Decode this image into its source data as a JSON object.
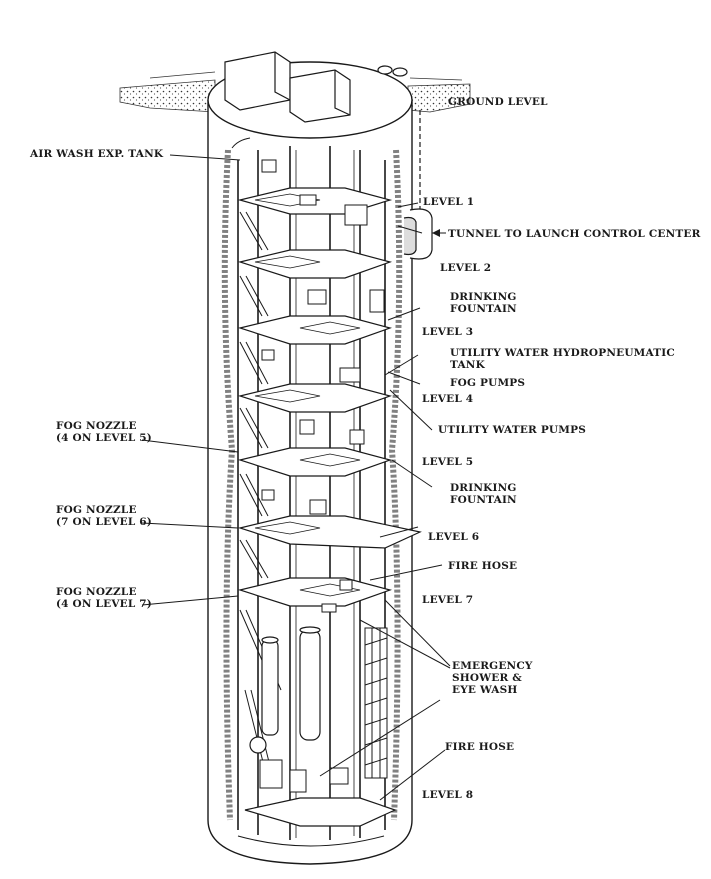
{
  "labels": {
    "ground_level": "GROUND LEVEL",
    "air_wash_tank": "AIR WASH EXP. TANK",
    "level_1": "LEVEL 1",
    "tunnel": "TUNNEL TO LAUNCH CONTROL CENTER",
    "level_2": "LEVEL 2",
    "drinking_fountain_1_a": "DRINKING",
    "drinking_fountain_1_b": "FOUNTAIN",
    "level_3": "LEVEL 3",
    "utility_tank_a": "UTILITY WATER HYDROPNEUMATIC",
    "utility_tank_b": "TANK",
    "fog_pumps": "FOG PUMPS",
    "level_4": "LEVEL 4",
    "utility_pumps": "UTILITY WATER PUMPS",
    "fog_nozzle_5_a": "FOG NOZZLE",
    "fog_nozzle_5_b": "(4 ON LEVEL 5)",
    "level_5": "LEVEL 5",
    "drinking_fountain_2_a": "DRINKING",
    "drinking_fountain_2_b": "FOUNTAIN",
    "fog_nozzle_6_a": "FOG NOZZLE",
    "fog_nozzle_6_b": "(7 ON LEVEL 6)",
    "level_6": "LEVEL 6",
    "fire_hose_1": "FIRE HOSE",
    "fog_nozzle_7_a": "FOG NOZZLE",
    "fog_nozzle_7_b": "(4 ON LEVEL 7)",
    "level_7": "LEVEL 7",
    "emergency_a": "EMERGENCY",
    "emergency_b": "SHOWER &",
    "emergency_c": "EYE WASH",
    "fire_hose_2": "FIRE HOSE",
    "level_8": "LEVEL 8"
  },
  "colors": {
    "ink": "#1a1a1a",
    "paper": "#ffffff",
    "shade": "#cfcfcf"
  }
}
